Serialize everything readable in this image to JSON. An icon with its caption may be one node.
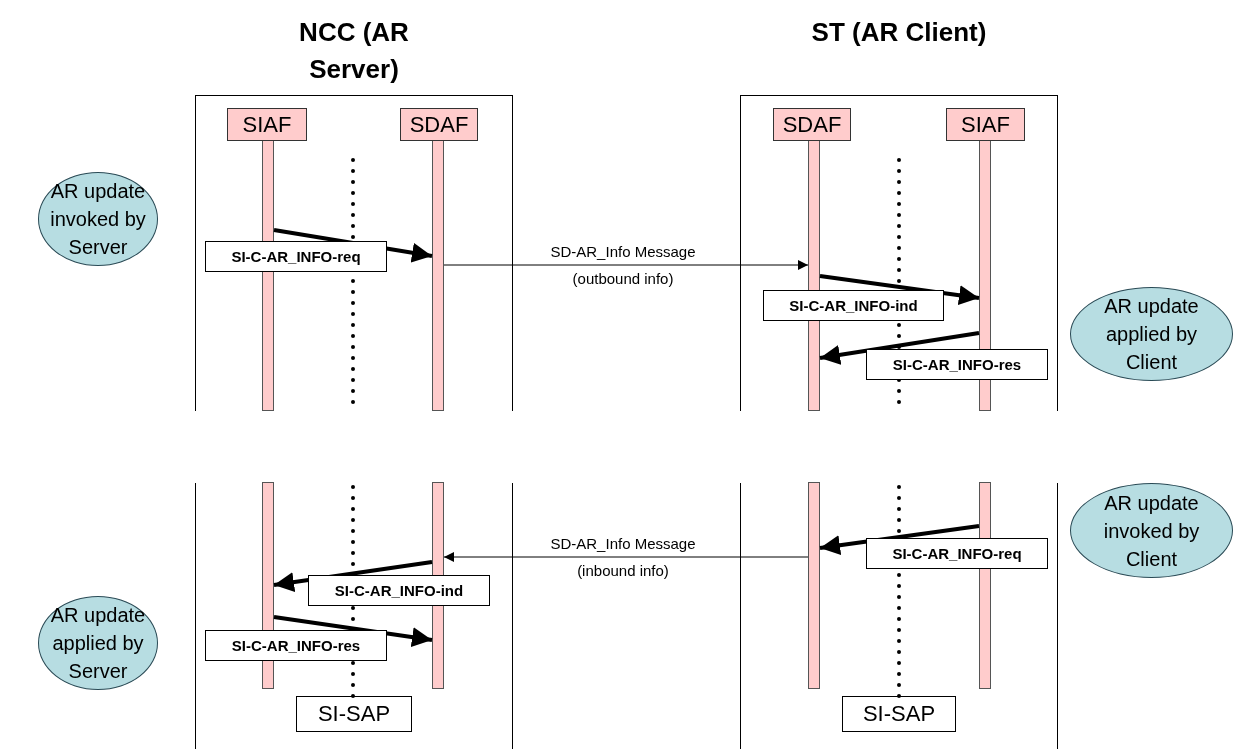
{
  "diagram": {
    "nodes": [
      {
        "text": [
          "NCC (AR Server)"
        ]
      },
      {
        "text": [
          "SIAF"
        ],
        "in": 0
      },
      {
        "text": [
          "SDAF"
        ],
        "in": 0
      },
      {
        "text": [],
        "shape": "bar",
        "in": 0
      },
      {
        "text": [],
        "shape": "bar",
        "in": 0
      },
      {
        "text": [
          "ST (AR Client)"
        ]
      },
      {
        "text": [
          "SDAF"
        ],
        "in": 5
      },
      {
        "text": [
          "SIAF"
        ],
        "in": 5
      },
      {
        "text": [],
        "shape": "bar",
        "in": 5
      },
      {
        "text": [],
        "shape": "bar",
        "in": 5
      },
      {
        "text": [
          "AR update invoked by Server"
        ]
      },
      {
        "text": [
          "AR update applied by Client"
        ]
      },
      {
        "text": [],
        "shape": "box"
      },
      {
        "text": [],
        "shape": "bar",
        "in": 12
      },
      {
        "text": [],
        "shape": "bar",
        "in": 12
      },
      {
        "text": [
          "SI-SAP"
        ],
        "in": 12
      },
      {
        "text": [],
        "shape": "box"
      },
      {
        "text": [],
        "shape": "bar",
        "in": 16
      },
      {
        "text": [],
        "shape": "bar",
        "in": 16
      },
      {
        "text": [
          "SI-SAP"
        ],
        "in": 16
      },
      {
        "text": [
          "AR update invoked by Client"
        ]
      },
      {
        "text": [
          "AR update applied by Server"
        ]
      }
    ],
    "edges": [
      {
        "from": 3,
        "to": 4,
        "arrow": "to",
        "label": "SI-C-AR_INFO-req"
      },
      {
        "from": 4,
        "to": 8,
        "arrow": "to",
        "label": "SD-AR_Info Message (outbound info)"
      },
      {
        "from": 8,
        "to": 9,
        "arrow": "to",
        "label": "SI-C-AR_INFO-ind"
      },
      {
        "from": 9,
        "to": 8,
        "arrow": "to",
        "label": "SI-C-AR_INFO-res"
      },
      {
        "from": 18,
        "to": 17,
        "arrow": "to",
        "label": "SI-C-AR_INFO-req"
      },
      {
        "from": 17,
        "to": 14,
        "arrow": "to",
        "label": "SD-AR_Info Message (inbound info)"
      },
      {
        "from": 14,
        "to": 13,
        "arrow": "to",
        "label": "SI-C-AR_INFO-ind"
      },
      {
        "from": 13,
        "to": 14,
        "arrow": "to",
        "label": "SI-C-AR_INFO-res"
      }
    ]
  }
}
